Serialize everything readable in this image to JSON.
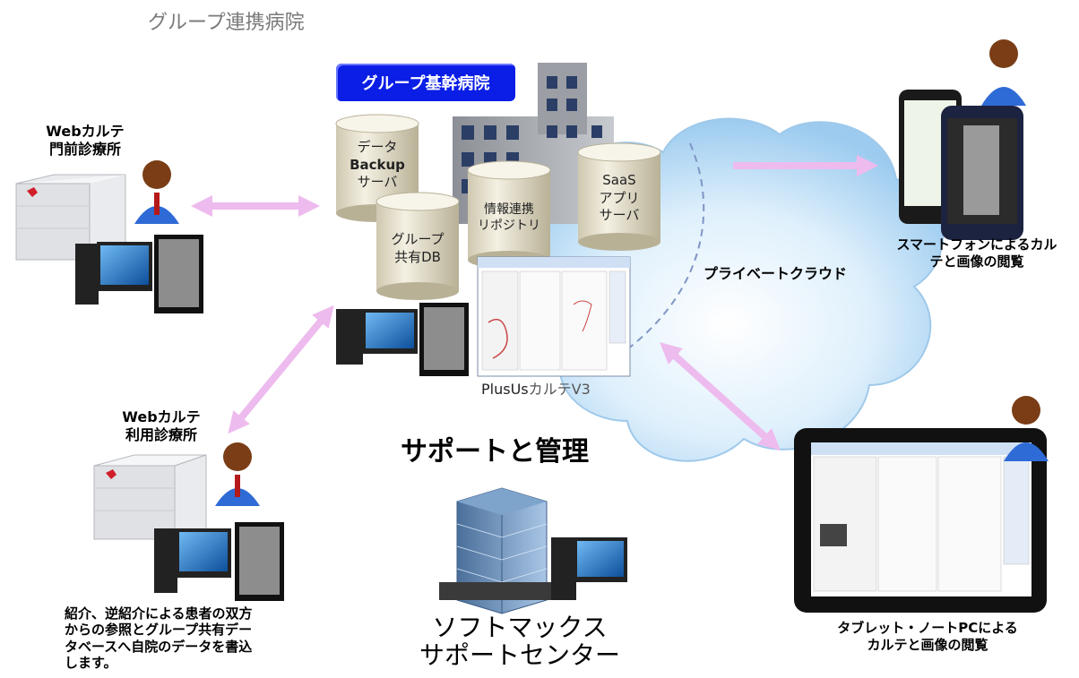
{
  "header": {
    "group_hospitals": "グループ連携病院",
    "core_hospital": "グループ基幹病院"
  },
  "servers": {
    "backup": [
      "データ",
      "Backup",
      "サーバ"
    ],
    "shared_db": [
      "グループ",
      "共有DB"
    ],
    "repository": [
      "情報連携",
      "リポジトリ"
    ],
    "saas": [
      "SaaS",
      "アプリ",
      "サーバ"
    ]
  },
  "product": {
    "name_en": "PlusUs",
    "name_jp": "カルテV3"
  },
  "cloud": {
    "label": "プライベートクラウド"
  },
  "clinic_top": {
    "line1": "Webカルテ",
    "line2": "門前診療所"
  },
  "clinic_bottom": {
    "line1": "Webカルテ",
    "line2": "利用診療所"
  },
  "smartphone": {
    "line1": "スマートフォンによるカル",
    "line2": "テと画像の閲覧"
  },
  "tablet": {
    "line1": "タブレット・ノートPCによる",
    "line2": "カルテと画像の閲覧"
  },
  "support": {
    "heading": "サポートと管理",
    "center_line1": "ソフトマックス",
    "center_line2": "サポートセンター"
  },
  "referral_note": {
    "line1": "紹介、逆紹介による患者の双方",
    "line2": "からの参照とグループ共有デー",
    "line3": "タベースへ自院のデータを書込",
    "line4": "します。"
  },
  "colors": {
    "arrow": "#eebbee",
    "pill_bg": "#0a1ee6",
    "cloud": "#b6d9f5"
  }
}
